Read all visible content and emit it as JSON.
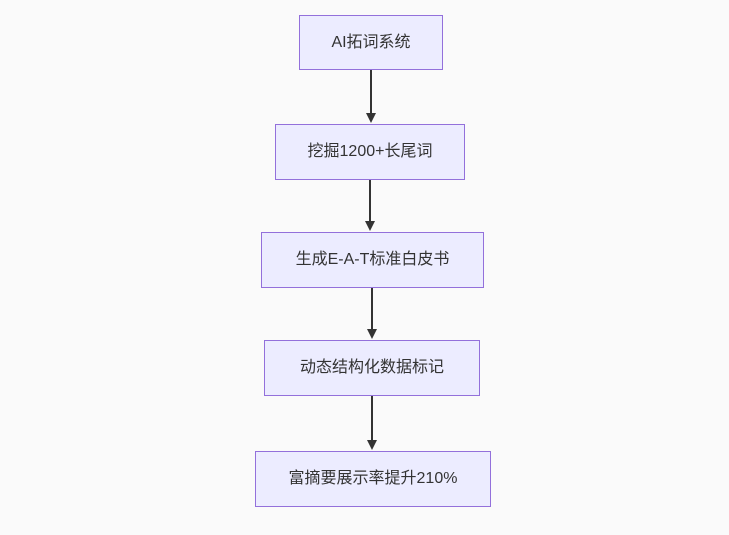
{
  "diagram": {
    "type": "flowchart-top-down",
    "nodes": [
      {
        "id": "n1",
        "label": "AI拓词系统"
      },
      {
        "id": "n2",
        "label": "挖掘1200+长尾词"
      },
      {
        "id": "n3",
        "label": "生成E-A-T标准白皮书"
      },
      {
        "id": "n4",
        "label": "动态结构化数据标记"
      },
      {
        "id": "n5",
        "label": "富摘要展示率提升210%"
      }
    ],
    "edges": [
      {
        "from": "n1",
        "to": "n2"
      },
      {
        "from": "n2",
        "to": "n3"
      },
      {
        "from": "n3",
        "to": "n4"
      },
      {
        "from": "n4",
        "to": "n5"
      }
    ],
    "colors": {
      "node_fill": "#ECECFF",
      "node_border": "#9370DB",
      "node_text": "#333333",
      "edge": "#333333",
      "background": "#fafafa"
    }
  }
}
